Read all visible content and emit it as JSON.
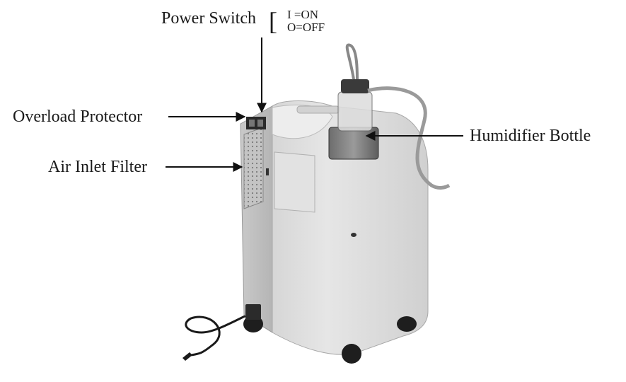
{
  "labels": {
    "power_switch": "Power Switch",
    "switch_on": "I =ON",
    "switch_off": "O=OFF",
    "overload_protector": "Overload Protector",
    "air_inlet_filter": "Air Inlet Filter",
    "humidifier_bottle": "Humidifier Bottle"
  }
}
